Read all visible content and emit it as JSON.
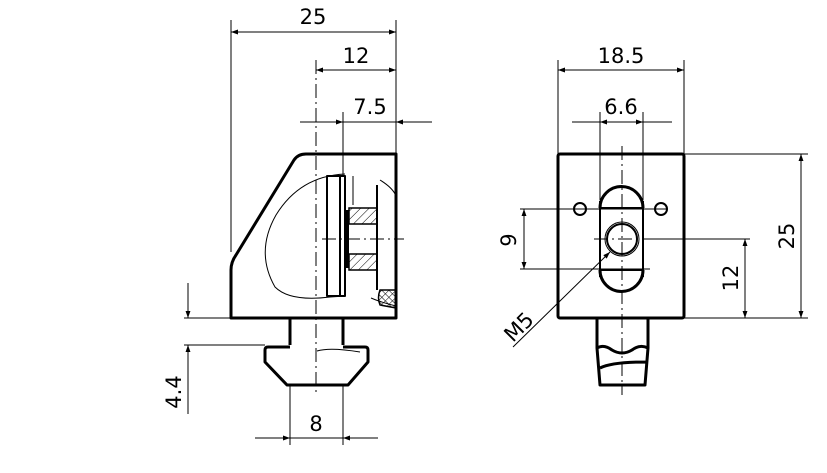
{
  "side_view": {
    "dims": {
      "width_total": "25",
      "width_12": "12",
      "width_7_5": "7.5",
      "head_4_4": "4.4",
      "stem_8": "8"
    }
  },
  "front_view": {
    "dims": {
      "width_18_5": "18.5",
      "slot_6_6": "6.6",
      "spacing_9": "9",
      "height_12": "12",
      "height_25": "25",
      "thread": "M5"
    }
  }
}
